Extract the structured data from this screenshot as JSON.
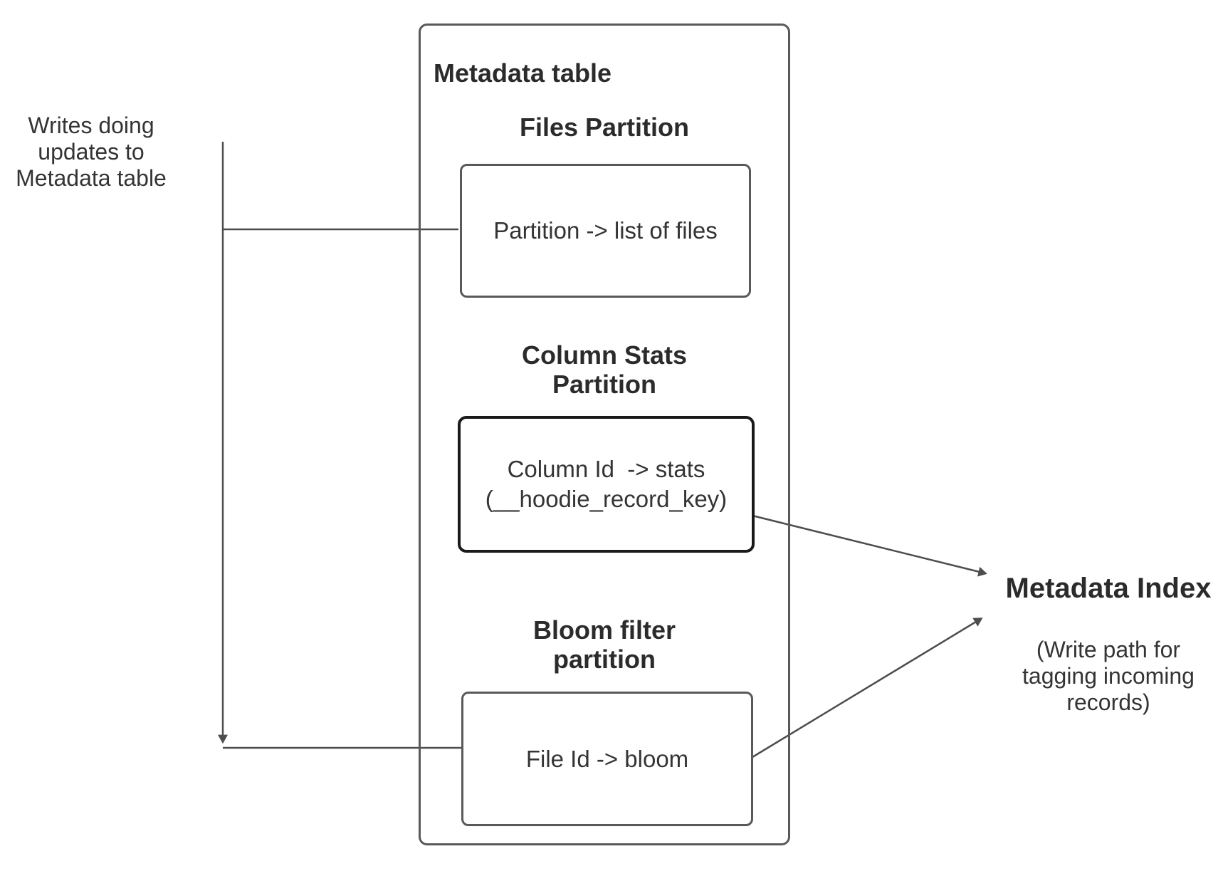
{
  "left_note": {
    "text": "Writes doing\nupdates to\nMetadata table"
  },
  "metadata_table": {
    "title": "Metadata table",
    "sections": [
      {
        "heading": "Files Partition",
        "box_text": "Partition -> list of files"
      },
      {
        "heading": "Column Stats\nPartition",
        "box_text": "Column Id  -> stats\n(__hoodie_record_key)"
      },
      {
        "heading": "Bloom filter\npartition",
        "box_text": "File Id -> bloom"
      }
    ]
  },
  "metadata_index": {
    "title": "Metadata Index",
    "subtitle": "(Write path for\ntagging incoming\nrecords)"
  },
  "colors": {
    "border_gray": "#58595b",
    "border_black": "#1a1a1a",
    "line": "#4d4d4d",
    "text": "#343434",
    "heading": "#2b2b2b",
    "bg": "#ffffff"
  }
}
